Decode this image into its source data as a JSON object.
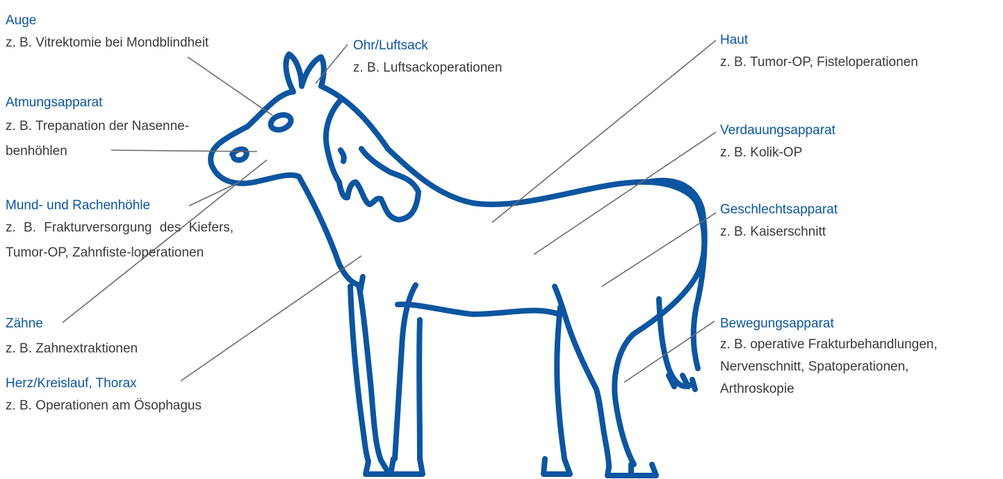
{
  "colors": {
    "accent": "#0C55A0",
    "text": "#3a3a3a",
    "leader": "#6b6b6b"
  },
  "labels": {
    "auge": {
      "title": "Auge",
      "desc": "z. B. Vitrektomie bei Mondblindheit"
    },
    "atmung": {
      "title": "Atmungsapparat",
      "desc_line1": "z. B. Trepanation der Nasenne-",
      "desc_line2": "benhöhlen"
    },
    "mund": {
      "title": "Mund- und Rachenhöhle",
      "desc": "z. B. Frakturversorgung des Kiefers, Tumor-OP, Zahnfiste-loperationen"
    },
    "zaehne": {
      "title": "Zähne",
      "desc": "z. B. Zahnextraktionen"
    },
    "herz": {
      "title": "Herz/Kreislauf, Thorax",
      "desc": "z. B. Operationen am Ösophagus"
    },
    "ohr": {
      "title": "Ohr/Luftsack",
      "desc": "z. B. Luftsackoperationen"
    },
    "haut": {
      "title": "Haut",
      "desc": "z. B. Tumor-OP, Fisteloperationen"
    },
    "verdauung": {
      "title": "Verdauungsapparat",
      "desc": "z. B. Kolik-OP"
    },
    "geschlecht": {
      "title": "Geschlechtsapparat",
      "desc": "z. B. Kaiserschnitt"
    },
    "bewegung": {
      "title": "Bewegungsapparat",
      "desc": "z. B. operative Frakturbehandlungen, Nervenschnitt, Spatoperationen, Arthroskopie"
    }
  }
}
